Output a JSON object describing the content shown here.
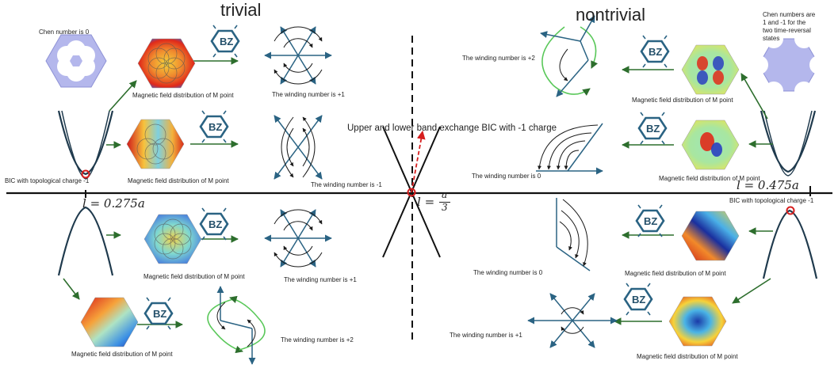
{
  "titles": {
    "trivial": "trivial",
    "nontrivial": "nontrivial"
  },
  "chern": {
    "trivial": "Chen number is 0",
    "nontrivial": [
      "Chen numbers are",
      "1 and -1 for the",
      "two time-reversal",
      "states"
    ]
  },
  "bz_label": "BZ",
  "mag_label": "Magnetic field distribution of M point",
  "winding": {
    "plus1": "The winding number  is +1",
    "minus1": "The winding number  is -1",
    "plus2": "The winding number  is +2",
    "zero": "The winding number  is 0"
  },
  "bic": {
    "left": "BIC with topological charge -1",
    "right": "BIC with topological charge -1",
    "center": "Upper and lower band exchange BIC with -1 charge"
  },
  "params": {
    "left": "l = 0.275a",
    "right": "l = 0.475a",
    "center_l": "l =",
    "center_num": "a",
    "center_den": "3"
  },
  "colors": {
    "arrow_green": "#2d6e2d",
    "vector_blue": "#2a6383",
    "winding_green": "#5ac85a",
    "bic_red": "#d61e1e",
    "hex_lavender": "#b4b7ec",
    "curve_navy": "#1f3a4d"
  }
}
